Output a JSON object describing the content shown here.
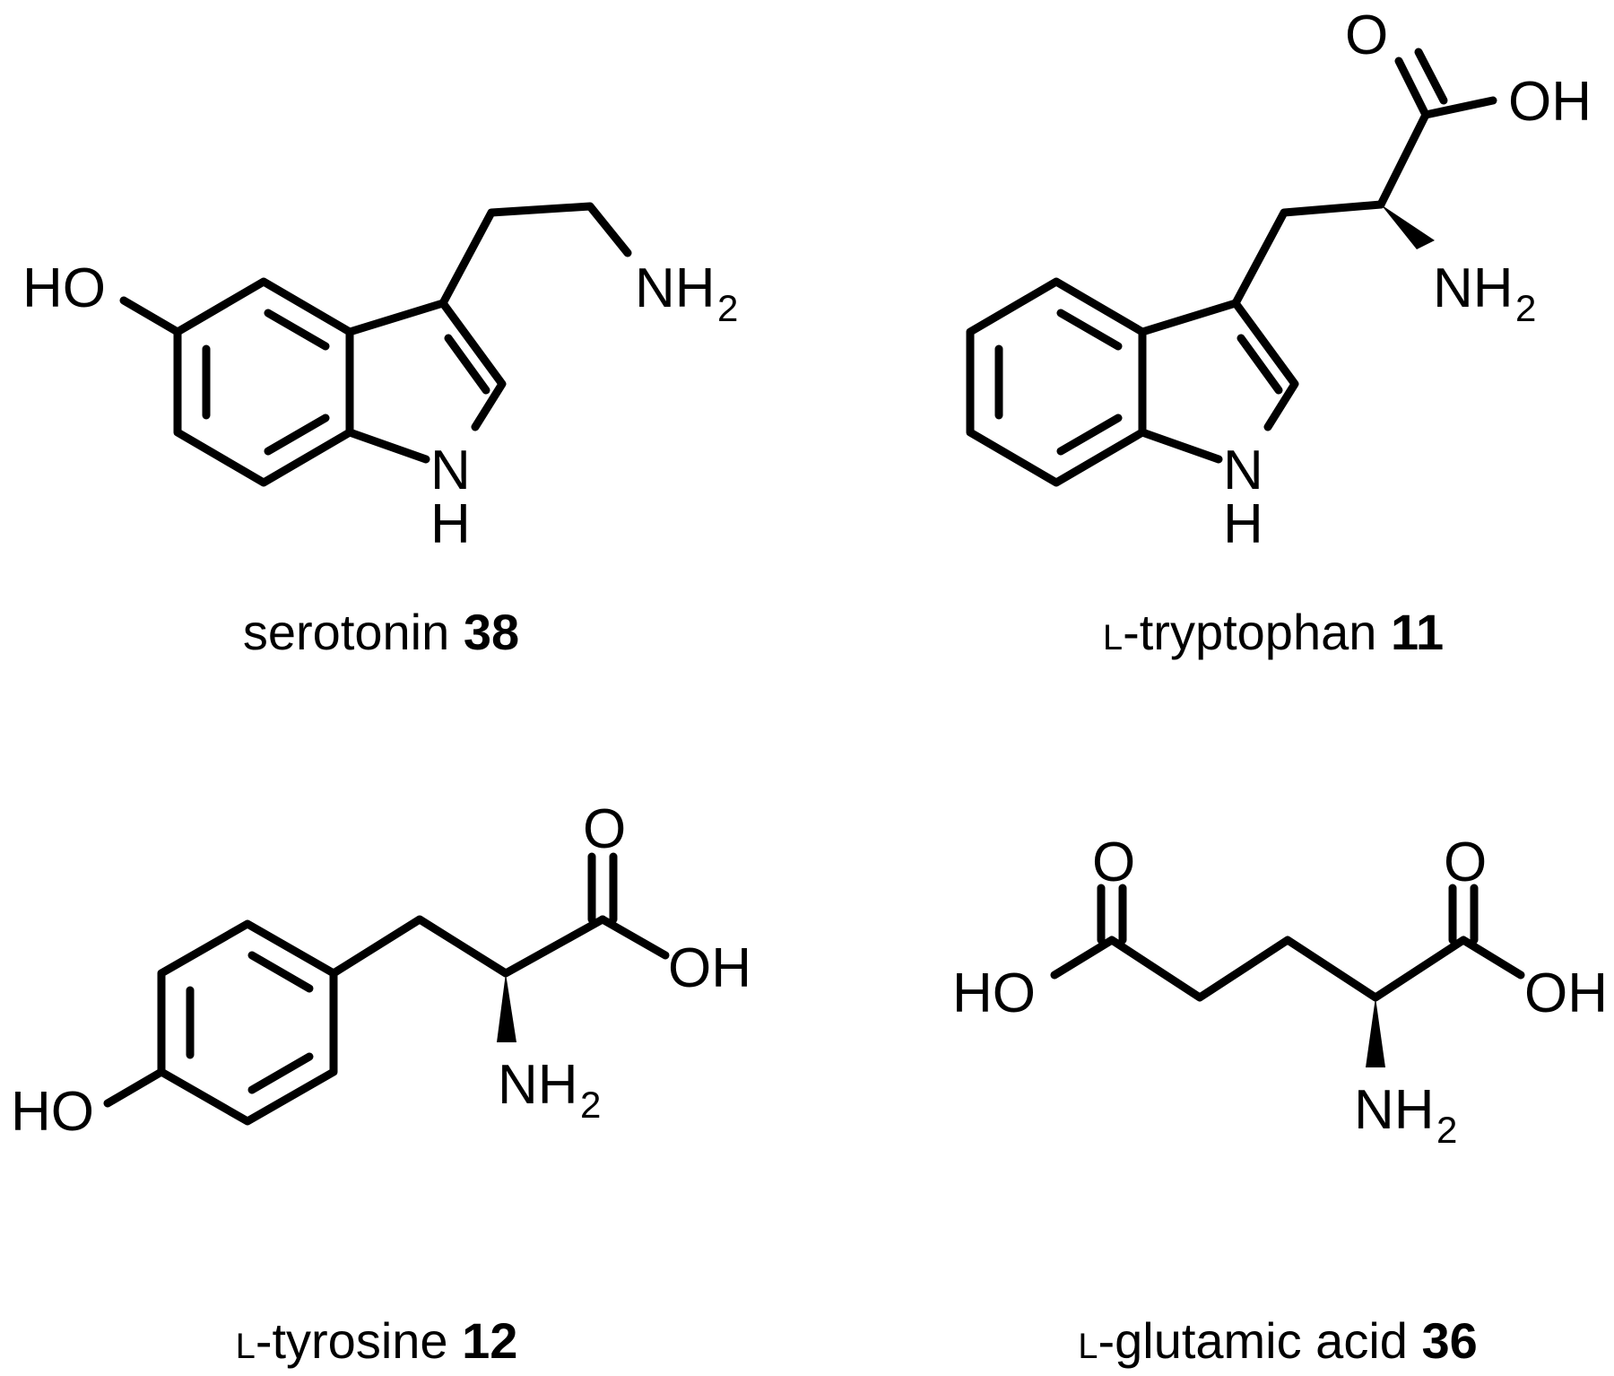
{
  "atom_labels": {
    "HO": "HO",
    "OH": "OH",
    "O": "O",
    "N": "N",
    "H": "H",
    "NH": "NH",
    "sub2": "2"
  },
  "compounds": [
    {
      "prefix": "",
      "name": "serotonin",
      "number": "38"
    },
    {
      "prefix": "L",
      "name": "-tryptophan",
      "number": "11"
    },
    {
      "prefix": "L",
      "name": "-tyrosine",
      "number": "12"
    },
    {
      "prefix": "L",
      "name": "-glutamic acid",
      "number": "36"
    }
  ]
}
